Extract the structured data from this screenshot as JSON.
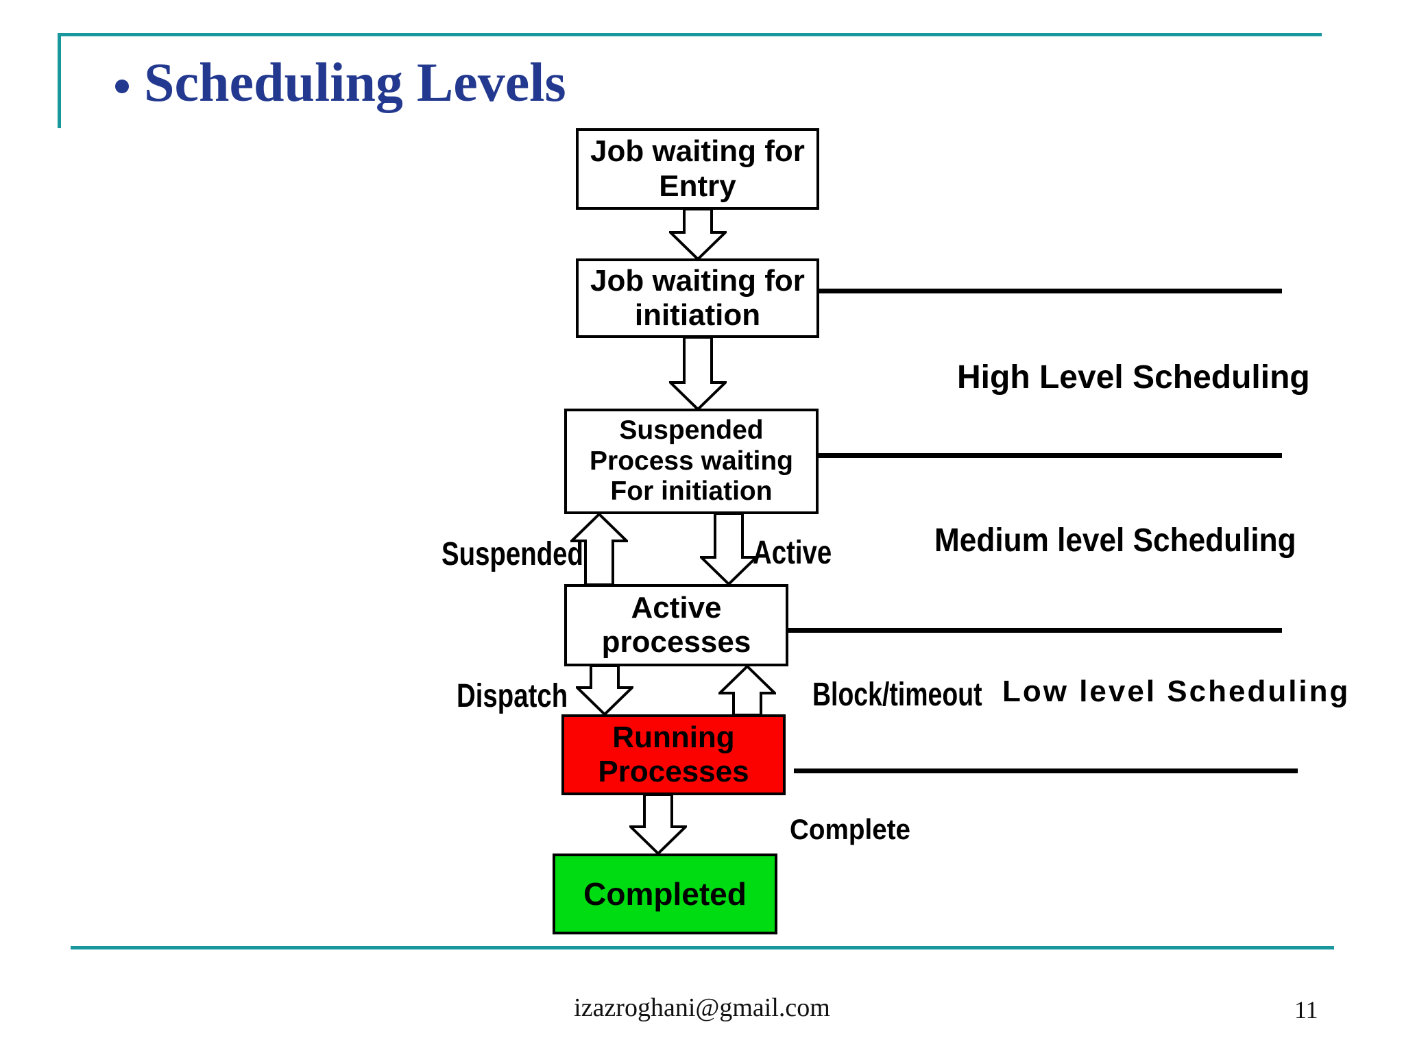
{
  "colors": {
    "title": "#23398F",
    "accent_teal": "#18989D",
    "box_border": "#000000",
    "running_red": "#FB0200",
    "completed_green": "#00DC12",
    "text": "#000000"
  },
  "title": {
    "bullet": "•",
    "text": "Scheduling Levels"
  },
  "diagram": {
    "boxes": {
      "job_entry": {
        "lines": [
          "Job waiting for",
          "Entry"
        ]
      },
      "job_initiation": {
        "lines": [
          "Job waiting for",
          "initiation"
        ]
      },
      "suspended_process": {
        "lines": [
          "Suspended",
          "Process waiting",
          "For initiation"
        ]
      },
      "active_processes": {
        "lines": [
          "Active",
          "processes"
        ]
      },
      "running_processes": {
        "lines": [
          "Running",
          "Processes"
        ]
      },
      "completed": {
        "lines": [
          "Completed"
        ]
      }
    },
    "level_labels": {
      "high": "High Level Scheduling",
      "medium": "Medium level Scheduling",
      "low": "Low level Scheduling"
    },
    "transition_labels": {
      "suspended": "Suspended",
      "active": "Active",
      "dispatch": "Dispatch",
      "block_timeout": "Block/timeout",
      "complete": "Complete"
    }
  },
  "footer": {
    "email": "izazroghani@gmail.com",
    "page_number": "11"
  }
}
